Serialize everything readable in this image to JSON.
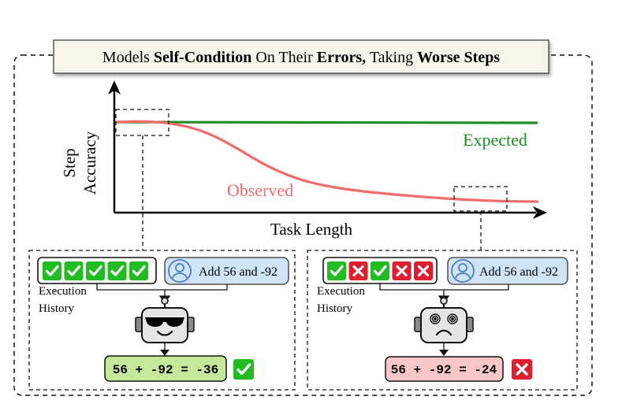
{
  "banner": {
    "p1": "Models ",
    "b1": "Self-Condition",
    "p2": " On Their ",
    "b2": "Errors,",
    "p3": " Taking ",
    "b3": "Worse Steps"
  },
  "chart": {
    "ylabel_line1": "Step",
    "ylabel_line2": "Accuracy",
    "xlabel": "Task Length",
    "expected_label": "Expected",
    "observed_label": "Observed",
    "colors": {
      "expected": "#1e8c1e",
      "observed": "#f26b6b",
      "axis": "#000000"
    }
  },
  "left_panel": {
    "history": [
      "check",
      "check",
      "check",
      "check",
      "check"
    ],
    "prompt": "Add 56 and -92",
    "history_label_1": "Execution",
    "history_label_2": "History",
    "robot": "cool-robot-with-sunglasses",
    "answer": "56 + -92 = -36",
    "result": "check",
    "answer_color": "#c5e89a"
  },
  "right_panel": {
    "history": [
      "check",
      "cross",
      "check",
      "cross",
      "cross"
    ],
    "prompt": "Add 56 and -92",
    "history_label_1": "Execution",
    "history_label_2": "History",
    "robot": "dizzy-robot",
    "answer": "56 + -92 = -24",
    "result": "cross",
    "answer_color": "#f7c6c6"
  },
  "colors": {
    "check": "#22bb22",
    "cross": "#dd1f2f",
    "prompt_bg": "#cfe4f7",
    "robot_face": "#e6e6e6",
    "banner_bg": "#f7f5ea"
  }
}
